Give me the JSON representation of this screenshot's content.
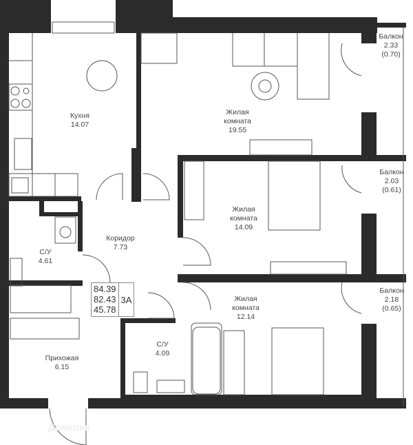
{
  "colors": {
    "wall": "#2b2b2b",
    "line": "#555555",
    "text": "#444444"
  },
  "rooms": {
    "kitchen": {
      "name": "Кухня",
      "area": "14.07"
    },
    "living1": {
      "name1": "Жилая",
      "name2": "комната",
      "area": "19.55"
    },
    "living2": {
      "name1": "Жилая",
      "name2": "комната",
      "area": "14.09"
    },
    "living3": {
      "name1": "Жилая",
      "name2": "комната",
      "area": "12.14"
    },
    "corridor": {
      "name": "Коридор",
      "area": "7.73"
    },
    "bath1": {
      "name": "С/У",
      "area": "4.61"
    },
    "bath2": {
      "name": "С/У",
      "area": "4.09"
    },
    "hall": {
      "name": "Прихожая",
      "area": "6.15"
    },
    "balcony1": {
      "name": "Балкон",
      "area": "2.33",
      "reduced": "(0.70)"
    },
    "balcony2": {
      "name": "Балкон",
      "area": "2.03",
      "reduced": "(0.61)"
    },
    "balcony3": {
      "name": "Балкон",
      "area": "2.18",
      "reduced": "(0.65)"
    }
  },
  "summary": {
    "total": "84.39",
    "total_reduced": "82.43",
    "living": "45.78",
    "code": "3А"
  },
  "watermark": "Домклик"
}
